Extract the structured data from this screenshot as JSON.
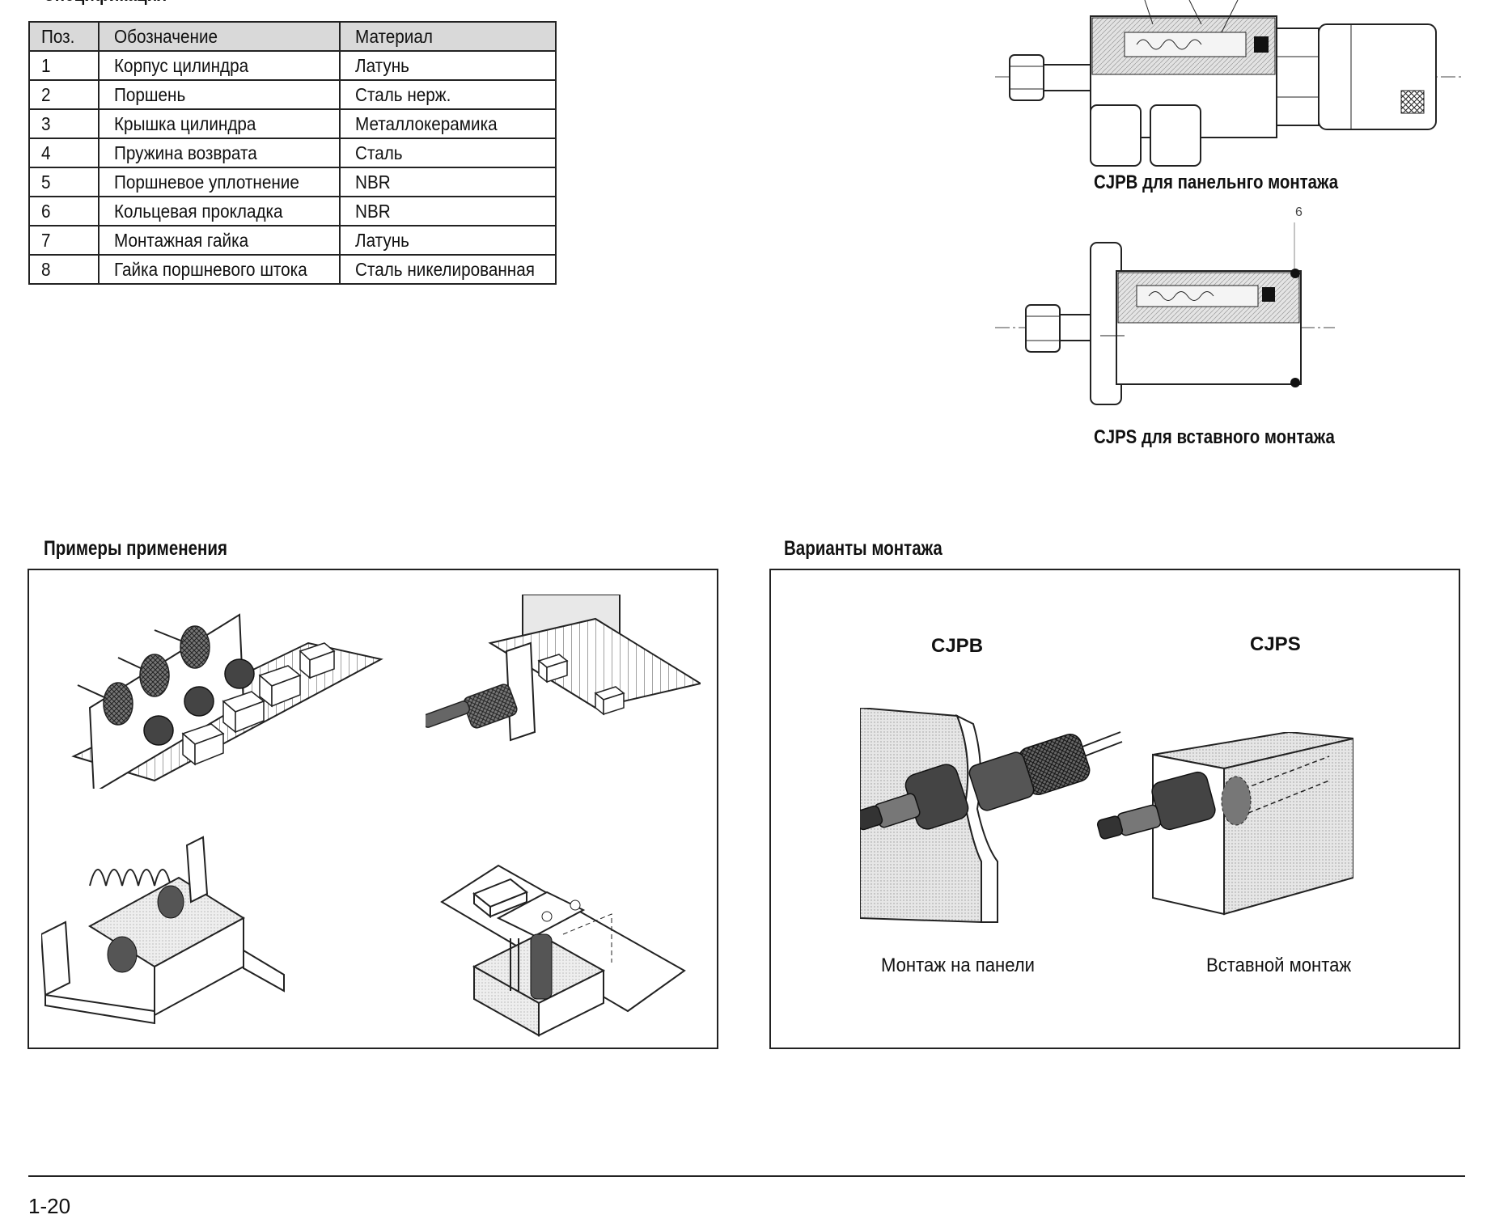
{
  "spec": {
    "heading": "Спецификация",
    "columns": [
      "Поз.",
      "Обозначение",
      "Материал"
    ],
    "rows": [
      [
        "1",
        "Корпус цилиндра",
        "Латунь"
      ],
      [
        "2",
        "Поршень",
        "Сталь нерж."
      ],
      [
        "3",
        "Крышка цилиндра",
        "Металлокерамика"
      ],
      [
        "4",
        "Пружина возврата",
        "Сталь"
      ],
      [
        "5",
        "Поршневое уплотнение",
        "NBR"
      ],
      [
        "6",
        "Кольцевая прокладка",
        "NBR"
      ],
      [
        "7",
        "Монтажная гайка",
        "Латунь"
      ],
      [
        "8",
        "Гайка поршневого штока",
        "Сталь никелированная"
      ]
    ]
  },
  "drawings": {
    "cjpb_caption": "CJPB для панельнго монтажа",
    "cjps_caption": "CJPS для вставного монтажа",
    "callout_6": "6"
  },
  "applications": {
    "heading": "Примеры применения"
  },
  "mounting": {
    "heading": "Варианты монтажа",
    "cjpb_code": "CJPB",
    "cjps_code": "CJPS",
    "cjpb_label": "Монтаж на панели",
    "cjps_label": "Вставной монтаж"
  },
  "footer": {
    "page_number": "1-20"
  }
}
